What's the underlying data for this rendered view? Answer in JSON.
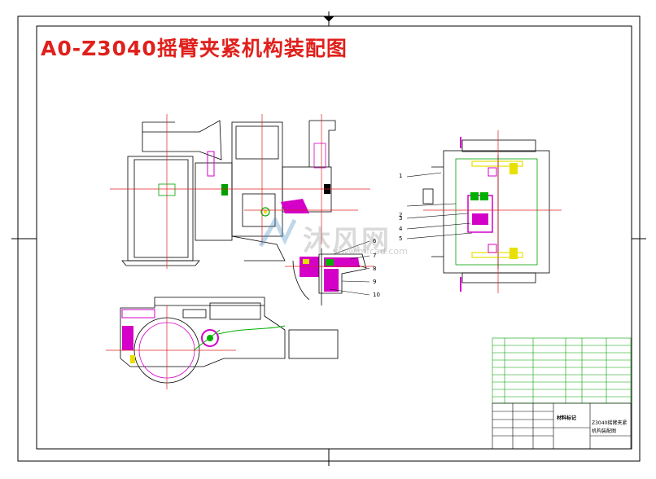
{
  "drawing": {
    "title": "A0-Z3040摇臂夹紧机构装配图"
  },
  "watermark": {
    "text": "沐风网",
    "url": "www.mfcad.com"
  },
  "callouts": [
    "1",
    "2",
    "3",
    "4",
    "5",
    "6",
    "7",
    "8",
    "9",
    "10"
  ],
  "colors": {
    "title_red": "#e0201c",
    "centerline_red": "#e02020",
    "outline": "#000000",
    "part_magenta": "#d400c8",
    "part_yellow": "#e8e000",
    "part_green": "#00b000",
    "part_cyan": "#00c0c0",
    "table_green": "#00a000"
  },
  "title_block": {
    "center_label": "材料标记",
    "name_line1": "Z3040摇臂夹紧",
    "name_line2": "机构装配图"
  }
}
